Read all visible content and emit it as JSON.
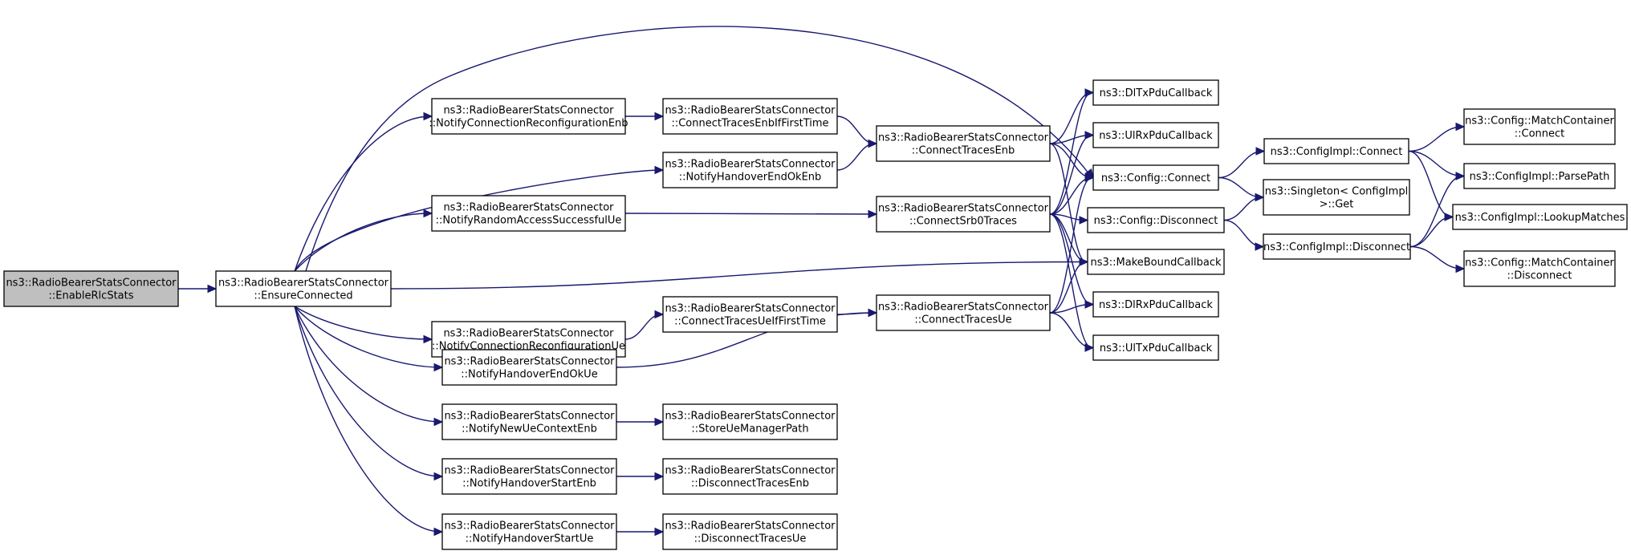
{
  "graph": {
    "title": "",
    "nodes": [
      {
        "id": "enable",
        "lines": [
          "ns3::RadioBearerStatsConnector",
          "::EnableRlcStats"
        ],
        "root": true
      },
      {
        "id": "ensure",
        "lines": [
          "ns3::RadioBearerStatsConnector",
          "::EnsureConnected"
        ]
      },
      {
        "id": "ncrEnb",
        "lines": [
          "ns3::RadioBearerStatsConnector",
          "::NotifyConnectionReconfigurationEnb"
        ]
      },
      {
        "id": "hoEndEnb",
        "lines": [
          "ns3::RadioBearerStatsConnector",
          "::NotifyHandoverEndOkEnb"
        ]
      },
      {
        "id": "raUe",
        "lines": [
          "ns3::RadioBearerStatsConnector",
          "::NotifyRandomAccessSuccessfulUe"
        ]
      },
      {
        "id": "ncrUe",
        "lines": [
          "ns3::RadioBearerStatsConnector",
          "::NotifyConnectionReconfigurationUe"
        ]
      },
      {
        "id": "hoEndUe",
        "lines": [
          "ns3::RadioBearerStatsConnector",
          "::NotifyHandoverEndOkUe"
        ]
      },
      {
        "id": "newUe",
        "lines": [
          "ns3::RadioBearerStatsConnector",
          "::NotifyNewUeContextEnb"
        ]
      },
      {
        "id": "hoStartEnb",
        "lines": [
          "ns3::RadioBearerStatsConnector",
          "::NotifyHandoverStartEnb"
        ]
      },
      {
        "id": "hoStartUe",
        "lines": [
          "ns3::RadioBearerStatsConnector",
          "::NotifyHandoverStartUe"
        ]
      },
      {
        "id": "ctEnbIf",
        "lines": [
          "ns3::RadioBearerStatsConnector",
          "::ConnectTracesEnbIfFirstTime"
        ]
      },
      {
        "id": "ctUeIf",
        "lines": [
          "ns3::RadioBearerStatsConnector",
          "::ConnectTracesUeIfFirstTime"
        ]
      },
      {
        "id": "storeUe",
        "lines": [
          "ns3::RadioBearerStatsConnector",
          "::StoreUeManagerPath"
        ]
      },
      {
        "id": "discEnb",
        "lines": [
          "ns3::RadioBearerStatsConnector",
          "::DisconnectTracesEnb"
        ]
      },
      {
        "id": "discUe",
        "lines": [
          "ns3::RadioBearerStatsConnector",
          "::DisconnectTracesUe"
        ]
      },
      {
        "id": "ctEnb",
        "lines": [
          "ns3::RadioBearerStatsConnector",
          "::ConnectTracesEnb"
        ]
      },
      {
        "id": "srb0",
        "lines": [
          "ns3::RadioBearerStatsConnector",
          "::ConnectSrb0Traces"
        ]
      },
      {
        "id": "ctUe",
        "lines": [
          "ns3::RadioBearerStatsConnector",
          "::ConnectTracesUe"
        ]
      },
      {
        "id": "dlTx",
        "lines": [
          "ns3::DlTxPduCallback"
        ]
      },
      {
        "id": "ulRx",
        "lines": [
          "ns3::UlRxPduCallback"
        ]
      },
      {
        "id": "cfgConnect",
        "lines": [
          "ns3::Config::Connect"
        ]
      },
      {
        "id": "cfgDisconnect",
        "lines": [
          "ns3::Config::Disconnect"
        ]
      },
      {
        "id": "mbc",
        "lines": [
          "ns3::MakeBoundCallback"
        ]
      },
      {
        "id": "dlRx",
        "lines": [
          "ns3::DlRxPduCallback"
        ]
      },
      {
        "id": "ulTx",
        "lines": [
          "ns3::UlTxPduCallback"
        ]
      },
      {
        "id": "implConnect",
        "lines": [
          "ns3::ConfigImpl::Connect"
        ]
      },
      {
        "id": "singleton",
        "lines": [
          "ns3::Singleton< ConfigImpl",
          " >::Get"
        ]
      },
      {
        "id": "implDisconnect",
        "lines": [
          "ns3::ConfigImpl::Disconnect"
        ]
      },
      {
        "id": "mcConnect",
        "lines": [
          "ns3::Config::MatchContainer",
          "::Connect"
        ]
      },
      {
        "id": "parsePath",
        "lines": [
          "ns3::ConfigImpl::ParsePath"
        ]
      },
      {
        "id": "lookup",
        "lines": [
          "ns3::ConfigImpl::LookupMatches"
        ]
      },
      {
        "id": "mcDisconnect",
        "lines": [
          "ns3::Config::MatchContainer",
          "::Disconnect"
        ]
      }
    ],
    "edges": [
      [
        "enable",
        "ensure"
      ],
      [
        "ensure",
        "ncrEnb"
      ],
      [
        "ensure",
        "hoEndEnb"
      ],
      [
        "ensure",
        "raUe"
      ],
      [
        "ensure",
        "ncrUe"
      ],
      [
        "ensure",
        "hoEndUe"
      ],
      [
        "ensure",
        "newUe"
      ],
      [
        "ensure",
        "hoStartEnb"
      ],
      [
        "ensure",
        "hoStartUe"
      ],
      [
        "ensure",
        "cfgConnect"
      ],
      [
        "ensure",
        "mbc"
      ],
      [
        "ncrEnb",
        "ctEnbIf"
      ],
      [
        "hoEndEnb",
        "ctEnb"
      ],
      [
        "raUe",
        "srb0"
      ],
      [
        "ncrUe",
        "ctUeIf"
      ],
      [
        "hoEndUe",
        "ctUe"
      ],
      [
        "newUe",
        "storeUe"
      ],
      [
        "hoStartEnb",
        "discEnb"
      ],
      [
        "hoStartUe",
        "discUe"
      ],
      [
        "ctEnbIf",
        "ctEnb"
      ],
      [
        "ctUeIf",
        "ctUe"
      ],
      [
        "ctEnb",
        "dlTx"
      ],
      [
        "ctEnb",
        "ulRx"
      ],
      [
        "ctEnb",
        "cfgConnect"
      ],
      [
        "ctEnb",
        "mbc"
      ],
      [
        "srb0",
        "dlTx"
      ],
      [
        "srb0",
        "ulRx"
      ],
      [
        "srb0",
        "cfgConnect"
      ],
      [
        "srb0",
        "cfgDisconnect"
      ],
      [
        "srb0",
        "mbc"
      ],
      [
        "srb0",
        "dlRx"
      ],
      [
        "srb0",
        "ulTx"
      ],
      [
        "ctUe",
        "cfgConnect"
      ],
      [
        "ctUe",
        "mbc"
      ],
      [
        "ctUe",
        "dlRx"
      ],
      [
        "ctUe",
        "ulTx"
      ],
      [
        "cfgConnect",
        "implConnect"
      ],
      [
        "cfgConnect",
        "singleton"
      ],
      [
        "cfgDisconnect",
        "singleton"
      ],
      [
        "cfgDisconnect",
        "implDisconnect"
      ],
      [
        "implConnect",
        "mcConnect"
      ],
      [
        "implConnect",
        "parsePath"
      ],
      [
        "implConnect",
        "lookup"
      ],
      [
        "implDisconnect",
        "parsePath"
      ],
      [
        "implDisconnect",
        "lookup"
      ],
      [
        "implDisconnect",
        "mcDisconnect"
      ]
    ]
  },
  "colors": {
    "edge": "#191970",
    "root_fill": "#bfbfbf",
    "node_fill": "#ffffff",
    "node_stroke": "#000000"
  }
}
